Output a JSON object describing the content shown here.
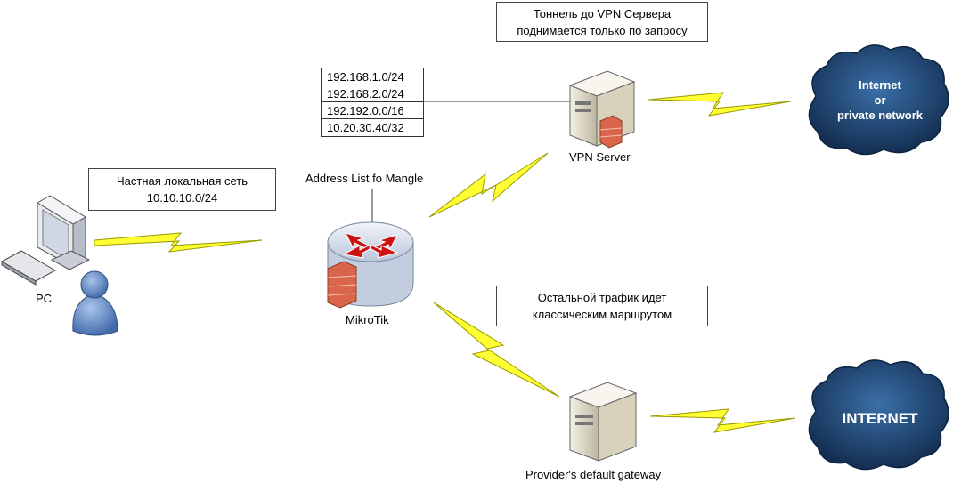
{
  "notes": {
    "vpn_tunnel": [
      "Тоннель до VPN Сервера",
      "поднимается только по запросу"
    ],
    "local_network": [
      "Частная локальная сеть",
      "10.10.10.0/24"
    ],
    "other_traffic": [
      "Остальной трафик идет",
      "классическим маршрутом"
    ]
  },
  "address_list": {
    "entries": [
      "192.168.1.0/24",
      "192.168.2.0/24",
      "192.192.0.0/16",
      "10.20.30.40/32"
    ],
    "caption": "Address List fo Mangle"
  },
  "nodes": {
    "pc": "PC",
    "router": "MikroTik",
    "vpn_server": "VPN Server",
    "gateway": "Provider's default gateway"
  },
  "clouds": {
    "private": [
      "Internet",
      "or",
      "private network"
    ],
    "internet": "INTERNET"
  },
  "colors": {
    "lightning": "#ffff33",
    "cloud": "#1f4a7a",
    "router": "#cfd8e8",
    "arrow": "#cc1111",
    "firewall": "#d9664a",
    "user": "#5b86c4"
  }
}
